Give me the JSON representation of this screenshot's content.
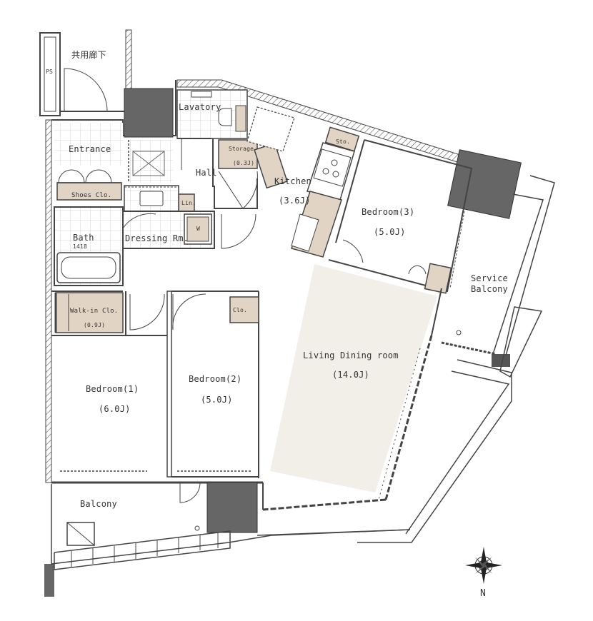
{
  "rooms": {
    "corridor": "共用廊下",
    "ps": "PS",
    "entrance": "Entrance",
    "lavatory": "Lavatory",
    "storage": "Storage",
    "storage_size": "(0.3J)",
    "hall": "Hall",
    "kitchen": "Kitchen",
    "kitchen_size": "(3.6J)",
    "sto": "Sto.",
    "shoes_clo": "Shoes Clo.",
    "lin": "Lin.",
    "bath": "Bath",
    "bath_size": "1418",
    "dressing_rm": "Dressing Rm.",
    "w": "W",
    "bedroom3": "Bedroom(3)",
    "bedroom3_size": "(5.0J)",
    "service_balcony": "Service",
    "service_balcony_2": "Balcony",
    "walkin_clo": "Walk-in Clo.",
    "walkin_size": "(0.9J)",
    "clo": "Clo.",
    "living": "Living Dining room",
    "living_size": "(14.0J)",
    "bedroom1": "Bedroom(1)",
    "bedroom1_size": "(6.0J)",
    "bedroom2": "Bedroom(2)",
    "bedroom2_size": "(5.0J)",
    "balcony": "Balcony"
  },
  "compass": {
    "north": "N"
  },
  "colors": {
    "wall": "#444444",
    "hatch": "#555555",
    "cabinet": "#e2d4c4",
    "living_floor": "#f1efe8",
    "column": "#666666"
  }
}
